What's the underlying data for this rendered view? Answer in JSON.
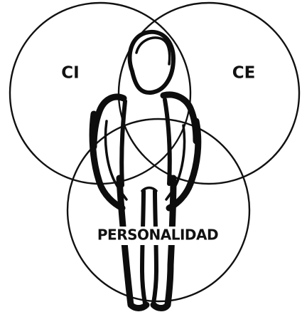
{
  "diagram": {
    "circles": [
      {
        "id": "ci",
        "label": "CI"
      },
      {
        "id": "ce",
        "label": "CE"
      },
      {
        "id": "personalidad",
        "label": "PERSONALIDAD"
      }
    ]
  }
}
